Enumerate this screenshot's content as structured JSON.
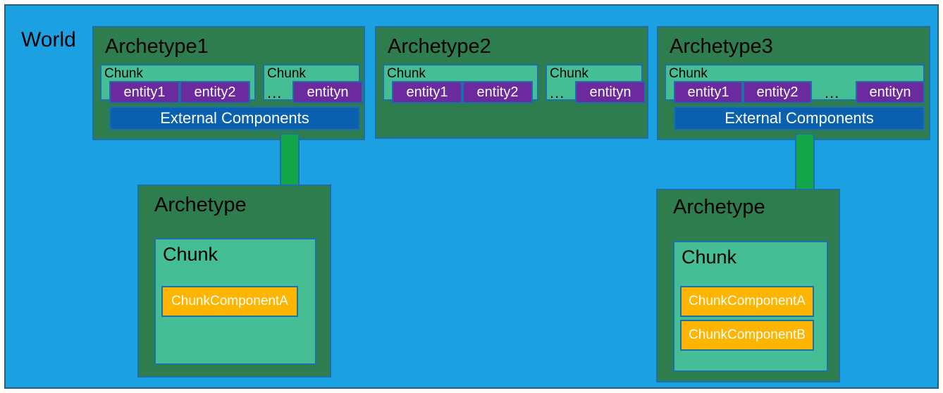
{
  "diagram": {
    "world_label": "World",
    "colors": {
      "world_background": "#1BA1E2",
      "archetype": "#2E7D4F",
      "chunk": "#45BE96",
      "entity": "#6B2A9E",
      "external_components": "#0B61B0",
      "chunk_component": "#FFB400",
      "arrow": "#12A54A",
      "border": "#1E6FA8"
    },
    "top_archetypes": [
      {
        "title": "Archetype1",
        "chunks": [
          {
            "label": "Chunk",
            "entities": [
              "entity1",
              "entity2"
            ],
            "ellipsis": null
          },
          {
            "label": "Chunk",
            "entities": [
              "entityn"
            ],
            "ellipsis": "..."
          }
        ],
        "external_components": "External Components",
        "has_external_components": true,
        "has_arrow": true
      },
      {
        "title": "Archetype2",
        "chunks": [
          {
            "label": "Chunk",
            "entities": [
              "entity1",
              "entity2"
            ],
            "ellipsis": null
          },
          {
            "label": "Chunk",
            "entities": [
              "entityn"
            ],
            "ellipsis": "..."
          }
        ],
        "external_components": null,
        "has_external_components": false,
        "has_arrow": false
      },
      {
        "title": "Archetype3",
        "chunks": [
          {
            "label": "Chunk",
            "entities": [
              "entity1",
              "entity2",
              "entityn"
            ],
            "ellipsis": "..."
          }
        ],
        "external_components": "External Components",
        "has_external_components": true,
        "has_arrow": true
      }
    ],
    "bottom_archetypes": [
      {
        "title": "Archetype",
        "chunk_label": "Chunk",
        "chunk_components": [
          "ChunkComponentA"
        ]
      },
      {
        "title": "Archetype",
        "chunk_label": "Chunk",
        "chunk_components": [
          "ChunkComponentA",
          "ChunkComponentB"
        ]
      }
    ]
  }
}
